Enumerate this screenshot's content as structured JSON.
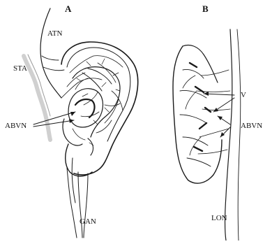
{
  "panels": {
    "left": {
      "letter": "A"
    },
    "right": {
      "letter": "B"
    }
  },
  "labels": {
    "atn": "ATN",
    "sta": "STA",
    "abvn_left": "ABVN",
    "gan": "GAN",
    "v": "V",
    "abvn_right": "ABVN",
    "lon": "LON"
  },
  "colors": {
    "ink": "#1a1a1a",
    "shadow": "#b8b8b8",
    "background": "#ffffff"
  }
}
